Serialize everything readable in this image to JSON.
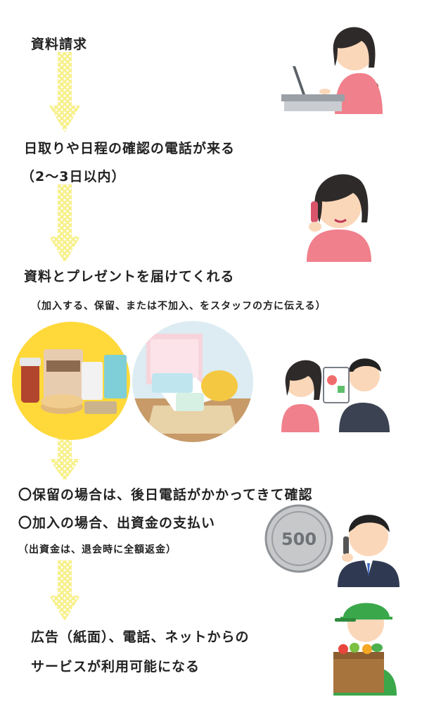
{
  "steps": [
    {
      "title": "資料請求"
    },
    {
      "title": "日取りや日程の確認の電話が来る",
      "sub": "（2～3日以内）"
    },
    {
      "title": "資料とプレゼントを届けてくれる",
      "note": "（加入する、保留、または不加入、をスタッフの方に伝える）"
    },
    {
      "line1": "〇保留の場合は、後日電話がかかってきて確認",
      "line2": "〇加入の場合、出資金の支払い",
      "note": "（出資金は、退会時に全額返金）"
    },
    {
      "line1": "広告（紙面）、電話、ネットからの",
      "line2": "サービスが利用可能になる"
    }
  ],
  "coin_label": "500",
  "colors": {
    "arrow": "#f7f08a",
    "arrow_dot": "#ffffff",
    "accent": "#ffd93a"
  }
}
